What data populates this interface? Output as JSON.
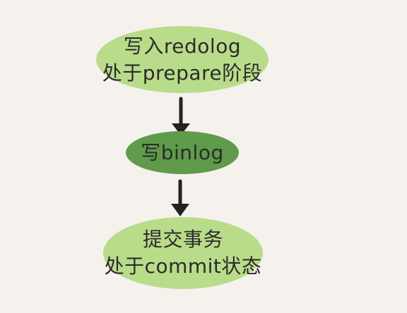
{
  "diagram": {
    "nodes": [
      {
        "id": "redolog",
        "lines": [
          "写入redolog",
          "处于prepare阶段"
        ],
        "fill": "#b9dc8a"
      },
      {
        "id": "binlog",
        "lines": [
          "写binlog"
        ],
        "fill": "#5f9b4a"
      },
      {
        "id": "commit",
        "lines": [
          "提交事务",
          "处于commit状态"
        ],
        "fill": "#b9dc8a"
      }
    ],
    "edges": [
      {
        "from": "redolog",
        "to": "binlog"
      },
      {
        "from": "binlog",
        "to": "commit"
      }
    ],
    "colors": {
      "background": "#f5f2ee",
      "arrow": "#222222",
      "text": "#2b2b2b"
    }
  }
}
